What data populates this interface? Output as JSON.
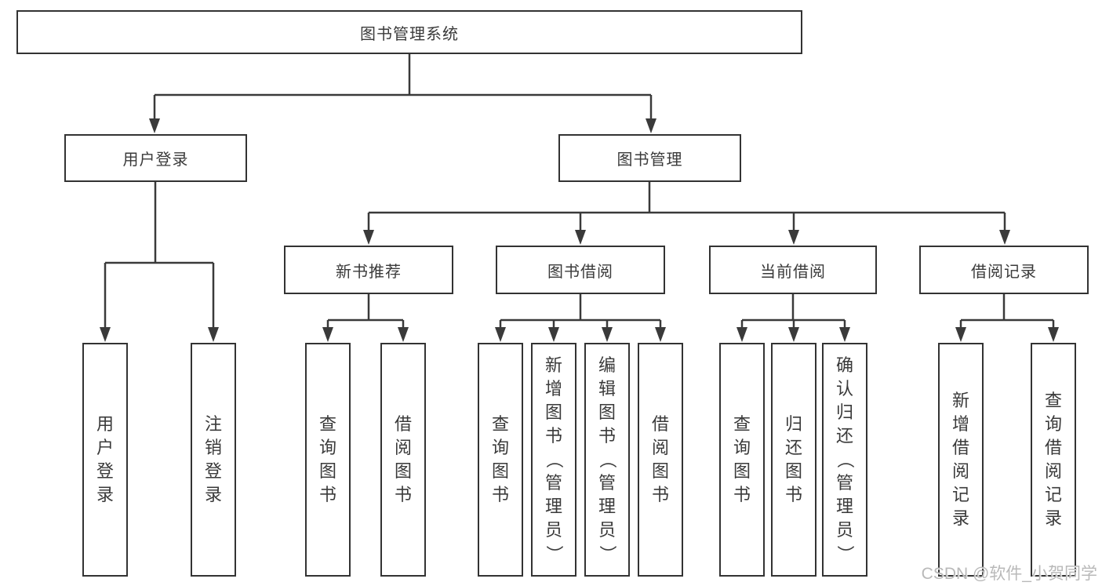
{
  "diagram": {
    "root": "图书管理系统",
    "nodes": {
      "user_login": "用户登录",
      "book_management": "图书管理",
      "new_book_recommend": "新书推荐",
      "book_borrow": "图书借阅",
      "current_borrow": "当前借阅",
      "borrow_records": "借阅记录"
    },
    "leaves": {
      "user_login": [
        "用户登录",
        "注销登录"
      ],
      "new_book_recommend": [
        "查询图书",
        "借阅图书"
      ],
      "book_borrow": [
        "查询图书",
        "新增图书（管理员）",
        "编辑图书（管理员）",
        "借阅图书"
      ],
      "current_borrow": [
        "查询图书",
        "归还图书",
        "确认归还（管理员）"
      ],
      "borrow_records": [
        "新增借阅记录",
        "查询借阅记录"
      ]
    }
  },
  "watermark": "CSDN @软件_小贺同学",
  "colors": {
    "line": "#3a3a3a",
    "border": "#333333",
    "text": "#3a3a3a",
    "watermark": "#b9b9b9",
    "background": "#ffffff"
  }
}
